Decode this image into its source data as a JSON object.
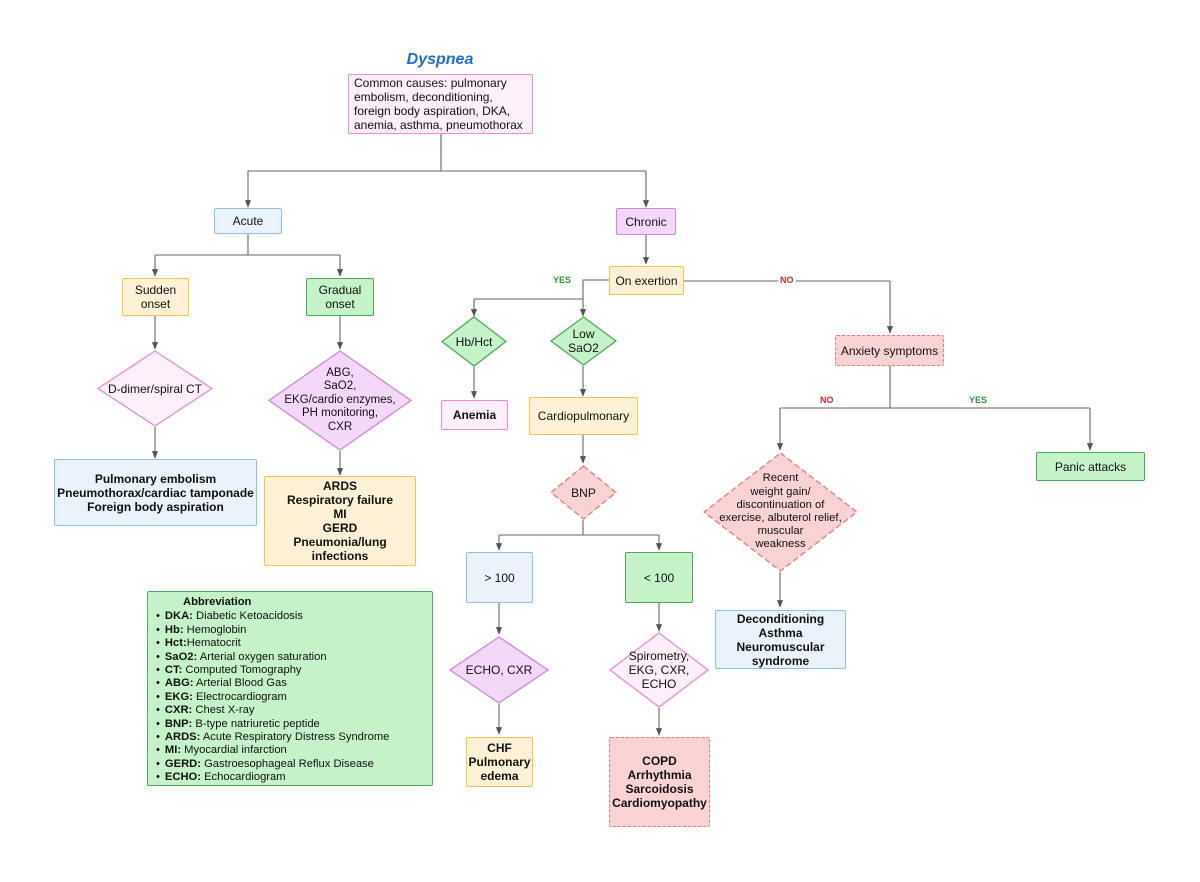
{
  "title": "Dyspnea",
  "colors": {
    "title": "#1d6fd1",
    "line": "#555555",
    "blue_fill": "#eaf3fc",
    "pink_fill": "#fdf0fb",
    "purple_fill": "#f4d8fa",
    "yellow_fill": "#fff1d6",
    "green_fill": "#c5f2c8",
    "red_fill": "#f9d3d3",
    "yes_label": "#2e9a3b",
    "no_label": "#d12b2b"
  },
  "nodes": {
    "common_causes": "Common causes: pulmonary embolism, deconditioning, foreign body aspiration, DKA, anemia, asthma, pneumothorax",
    "acute": "Acute",
    "chronic": "Chronic",
    "sudden_onset": "Sudden\nonset",
    "gradual_onset": "Gradual\nonset",
    "d_dimer": "D-dimer/spiral CT",
    "abg_tests": "ABG,\nSaO2,\nEKG/cardio enzymes,\nPH monitoring,\nCXR",
    "acute_sudden_dx": "Pulmonary embolism\nPneumothorax/cardiac tamponade\nForeign body aspiration",
    "acute_gradual_dx": "ARDS\nRespiratory failure\nMI\nGERD\nPneumonia/lung\ninfections",
    "on_exertion": "On exertion",
    "hb_hct": "Hb/Hct",
    "low_sao2": "Low\nSaO2",
    "anemia": "Anemia",
    "cardiopulmonary": "Cardiopulmonary",
    "bnp": "BNP",
    "gt_100": "> 100",
    "lt_100": "< 100",
    "echo_cxr": "ECHO, CXR",
    "spirometry": "Spirometry,\nEKG, CXR,\nECHO",
    "chf": "CHF\nPulmonary\nedema",
    "copd": "COPD\nArrhythmia\nSarcoidosis\nCardiomyopathy",
    "anxiety": "Anxiety symptoms",
    "recent_weight": "Recent\nweight gain/\ndiscontinuation of\nexercise, albuterol relief,\nmuscular\nweakness",
    "panic_attacks": "Panic attacks",
    "deconditioning_dx": "Deconditioning\nAsthma\nNeuromuscular\nsyndrome"
  },
  "edge_labels": {
    "exertion_yes": "YES",
    "exertion_no": "NO",
    "anxiety_no": "NO",
    "anxiety_yes": "YES"
  },
  "abbreviations": {
    "heading": "Abbreviation",
    "items": [
      {
        "term": "DKA:",
        "definition": " Diabetic Ketoacidosis"
      },
      {
        "term": "Hb:",
        "definition": " Hemoglobin"
      },
      {
        "term": "Hct:",
        "definition": "Hematocrit"
      },
      {
        "term": "SaO2:",
        "definition": " Arterial oxygen saturation"
      },
      {
        "term": "CT:",
        "definition": " Computed Tomography"
      },
      {
        "term": "ABG:",
        "definition": " Arterial Blood Gas"
      },
      {
        "term": "EKG:",
        "definition": " Electrocardiogram"
      },
      {
        "term": "CXR:",
        "definition": " Chest X-ray"
      },
      {
        "term": "BNP:",
        "definition": " B-type natriuretic peptide"
      },
      {
        "term": "ARDS:",
        "definition": " Acute Respiratory Distress Syndrome"
      },
      {
        "term": "MI:",
        "definition": " Myocardial infarction"
      },
      {
        "term": "GERD:",
        "definition": " Gastroesophageal Reflux Disease"
      },
      {
        "term": "ECHO:",
        "definition": " Echocardiogram"
      }
    ]
  }
}
